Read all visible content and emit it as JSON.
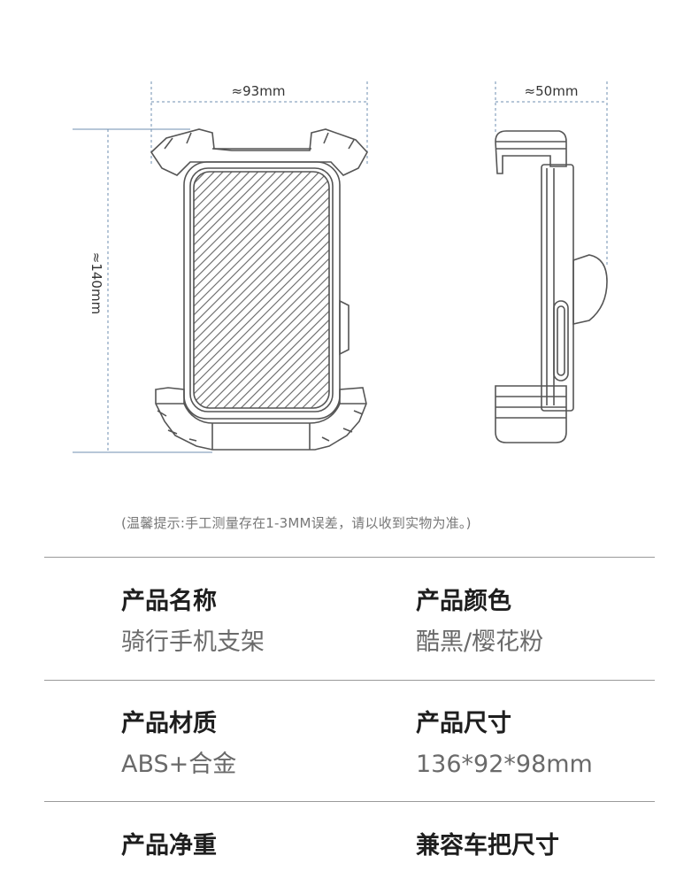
{
  "dimensions": {
    "width_label": "≈93mm",
    "depth_label": "≈50mm",
    "height_label": "≈140mm"
  },
  "note": "(温馨提示:手工测量存在1-3MM误差，请以收到实物为准。)",
  "specs": [
    {
      "label": "产品名称",
      "value": "骑行手机支架"
    },
    {
      "label": "产品颜色",
      "value": "酷黑/樱花粉"
    },
    {
      "label": "产品材质",
      "value": "ABS+合金"
    },
    {
      "label": "产品尺寸",
      "value": "136*92*98mm"
    },
    {
      "label": "产品净重",
      "value": ""
    },
    {
      "label": "兼容车把尺寸",
      "value": ""
    }
  ],
  "colors": {
    "line": "#555555",
    "dimension_line": "#6f8fb0",
    "text": "#222222",
    "muted": "#6a6a6a"
  }
}
